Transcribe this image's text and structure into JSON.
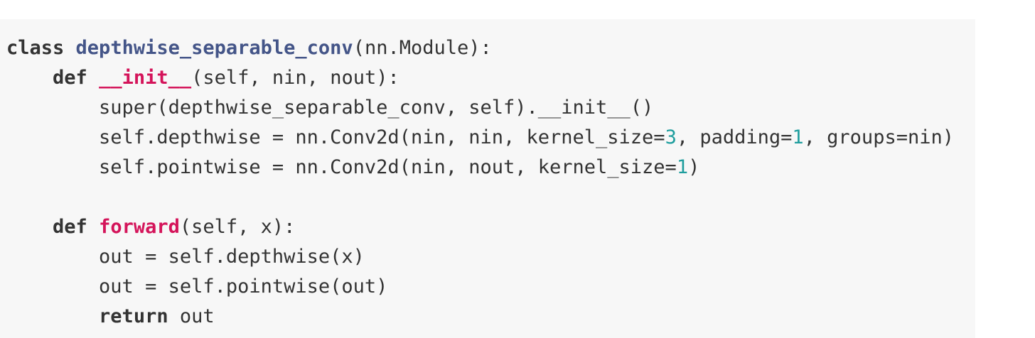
{
  "colors": {
    "background": "#f7f7f7",
    "text": "#333333",
    "keyword": "#333333",
    "class_name": "#445588",
    "function_name": "#d4145a",
    "number": "#1f9e9e"
  },
  "code": {
    "language": "python",
    "lines": [
      [
        {
          "t": "class",
          "k": "kw"
        },
        {
          "t": " ",
          "k": "plain"
        },
        {
          "t": "depthwise_separable_conv",
          "k": "class"
        },
        {
          "t": "(nn.Module):",
          "k": "plain"
        }
      ],
      [
        {
          "t": "    ",
          "k": "plain"
        },
        {
          "t": "def",
          "k": "kw"
        },
        {
          "t": " ",
          "k": "plain"
        },
        {
          "t": "__init__",
          "k": "fn"
        },
        {
          "t": "(self, nin, nout):",
          "k": "plain"
        }
      ],
      [
        {
          "t": "        super(depthwise_separable_conv, self).__init__()",
          "k": "plain"
        }
      ],
      [
        {
          "t": "        self.depthwise = nn.Conv2d(nin, nin, kernel_size=",
          "k": "plain"
        },
        {
          "t": "3",
          "k": "num"
        },
        {
          "t": ", padding=",
          "k": "plain"
        },
        {
          "t": "1",
          "k": "num"
        },
        {
          "t": ", groups=nin)",
          "k": "plain"
        }
      ],
      [
        {
          "t": "        self.pointwise = nn.Conv2d(nin, nout, kernel_size=",
          "k": "plain"
        },
        {
          "t": "1",
          "k": "num"
        },
        {
          "t": ")",
          "k": "plain"
        }
      ],
      [
        {
          "t": "",
          "k": "plain"
        }
      ],
      [
        {
          "t": "    ",
          "k": "plain"
        },
        {
          "t": "def",
          "k": "kw"
        },
        {
          "t": " ",
          "k": "plain"
        },
        {
          "t": "forward",
          "k": "fn"
        },
        {
          "t": "(self, x):",
          "k": "plain"
        }
      ],
      [
        {
          "t": "        out = self.depthwise(x)",
          "k": "plain"
        }
      ],
      [
        {
          "t": "        out = self.pointwise(out)",
          "k": "plain"
        }
      ],
      [
        {
          "t": "        ",
          "k": "plain"
        },
        {
          "t": "return",
          "k": "kw"
        },
        {
          "t": " out",
          "k": "plain"
        }
      ]
    ]
  }
}
